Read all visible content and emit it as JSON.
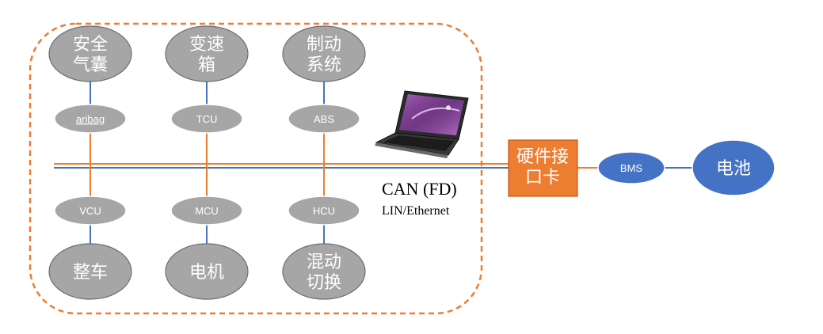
{
  "top_nodes": [
    {
      "id": "airbag",
      "lines": [
        "安全",
        "气囊"
      ],
      "ecu": "aribag"
    },
    {
      "id": "gearbox",
      "lines": [
        "变速",
        "箱"
      ],
      "ecu": "TCU"
    },
    {
      "id": "brake",
      "lines": [
        "制动",
        "系统"
      ],
      "ecu": "ABS"
    }
  ],
  "bottom_nodes": [
    {
      "id": "vehicle",
      "lines": [
        "整车"
      ],
      "ecu": "VCU"
    },
    {
      "id": "motor",
      "lines": [
        "电机"
      ],
      "ecu": "MCU"
    },
    {
      "id": "hybrid",
      "lines": [
        "混动",
        "切换"
      ],
      "ecu": "HCU"
    }
  ],
  "bus": {
    "label": "CAN (FD)",
    "sublabel": "LIN/Ethernet"
  },
  "interface_card": {
    "lines": [
      "硬件接",
      "口卡"
    ]
  },
  "bms": {
    "label": "BMS"
  },
  "battery": {
    "label": "电池"
  },
  "colors": {
    "node_gray": "#a6a6a6",
    "bus_orange": "#ed7d31",
    "bus_blue": "#4472c4",
    "dashed_border": "#ed7d31"
  },
  "icons": {
    "laptop": "laptop-icon"
  }
}
